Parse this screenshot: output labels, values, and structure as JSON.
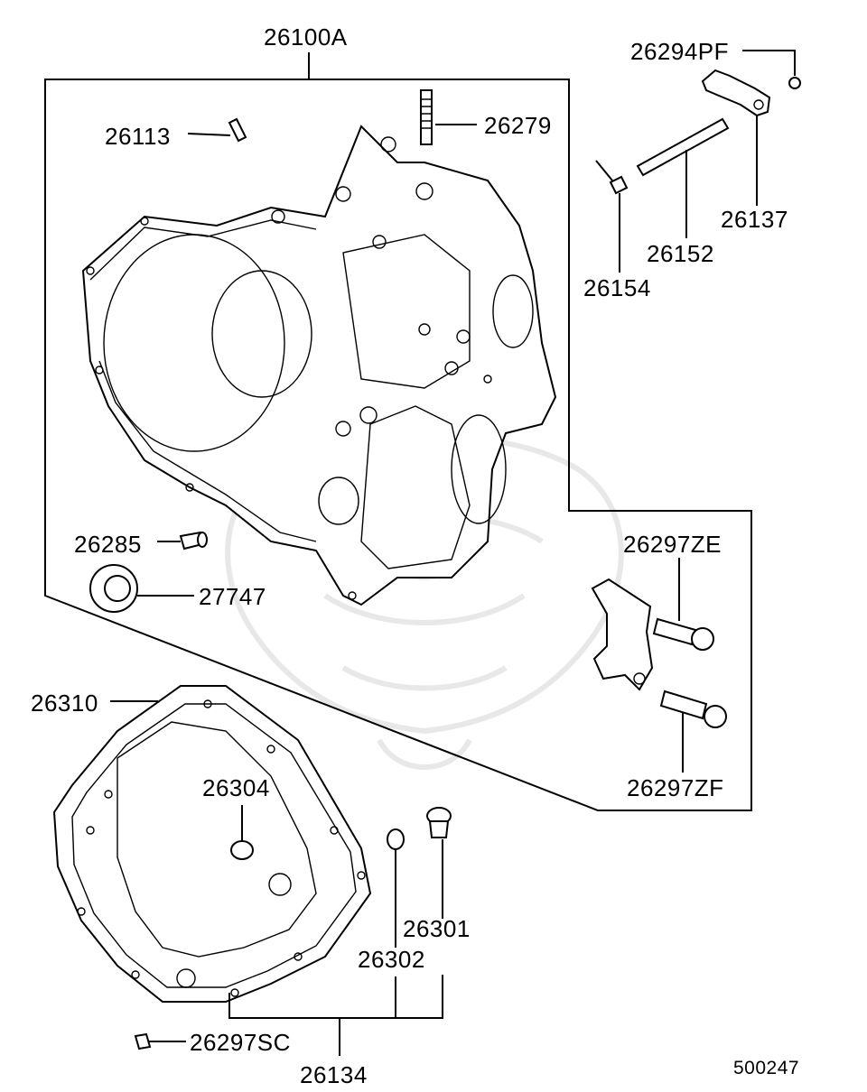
{
  "labels": {
    "p26100A": "26100A",
    "p26113": "26113",
    "p26279": "26279",
    "p26294PF": "26294PF",
    "p26137": "26137",
    "p26152": "26152",
    "p26154": "26154",
    "p26285": "26285",
    "p27747": "27747",
    "p26297ZE": "26297ZE",
    "p26297ZF": "26297ZF",
    "p26310": "26310",
    "p26304": "26304",
    "p26301": "26301",
    "p26302": "26302",
    "p26297SC": "26297SC",
    "p26134": "26134"
  },
  "diagram_ref": "500247"
}
